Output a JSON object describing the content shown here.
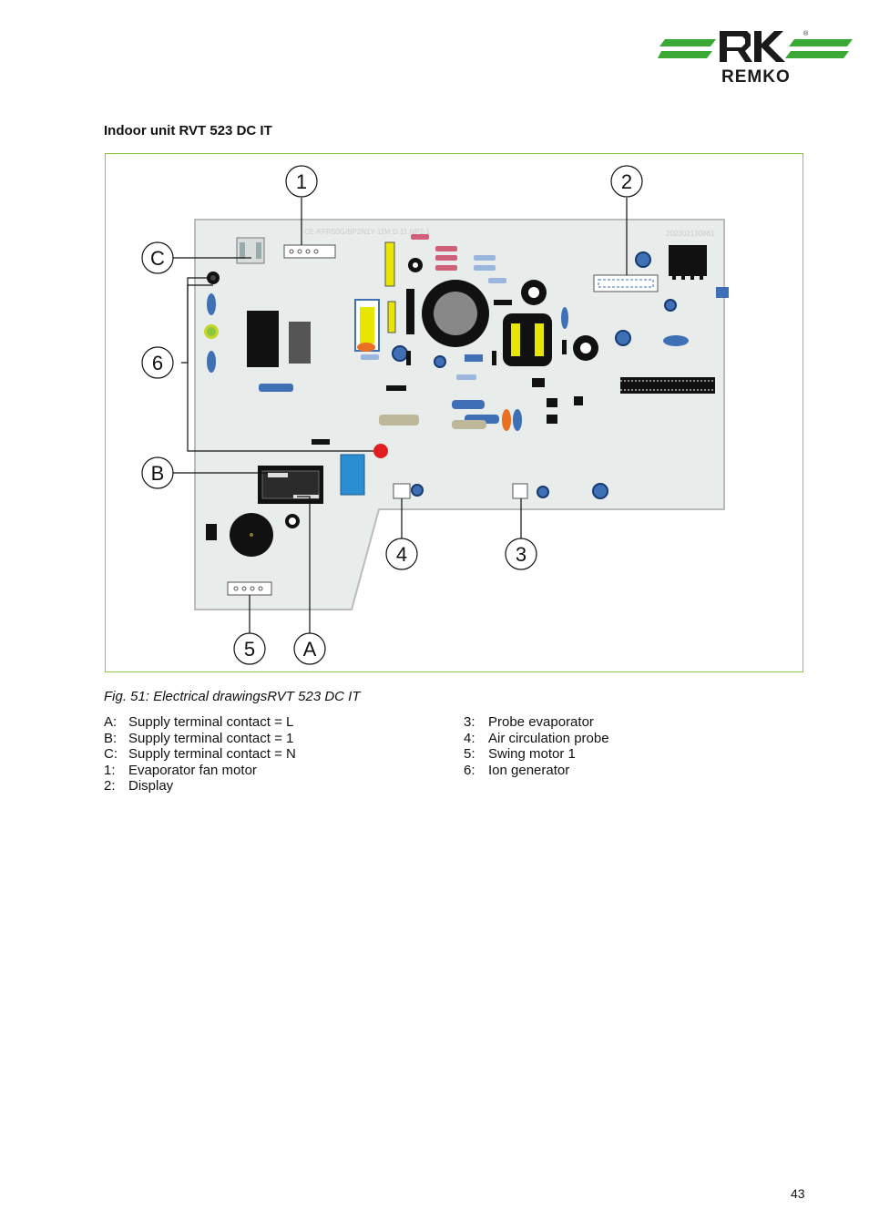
{
  "brand": {
    "name": "REMKO"
  },
  "heading": "Indoor unit RVT 523 DC IT",
  "figure": {
    "caption": "Fig. 51: Electrical drawingsRVT 523 DC IT",
    "board_text": {
      "model": "CE-KFR50G/BP2N1Y-11M.D.11.NP2-1",
      "serial": "202302130861"
    },
    "callouts": {
      "c1": "1",
      "c2": "2",
      "c3": "3",
      "c4": "4",
      "c5": "5",
      "c6": "6",
      "cA": "A",
      "cB": "B",
      "cC": "C"
    }
  },
  "legend": {
    "left": [
      {
        "key": "A:",
        "text": "Supply terminal contact = L"
      },
      {
        "key": "B:",
        "text": "Supply terminal contact = 1"
      },
      {
        "key": "C:",
        "text": "Supply terminal contact = N"
      },
      {
        "key": "1:",
        "text": "Evaporator fan motor"
      },
      {
        "key": "2:",
        "text": "Display"
      }
    ],
    "right": [
      {
        "key": "3:",
        "text": "Probe evaporator"
      },
      {
        "key": "4:",
        "text": "Air circulation probe"
      },
      {
        "key": "5:",
        "text": "Swing motor 1"
      },
      {
        "key": "6:",
        "text": "Ion generator"
      }
    ]
  },
  "page_number": "43",
  "colors": {
    "accent_green": "#8cc63f",
    "logo_green": "#3aa935",
    "pcb": "#e8ecea",
    "component_blue": "#3f6fb5",
    "led_red": "#e02020",
    "yellow": "#e6e600"
  }
}
